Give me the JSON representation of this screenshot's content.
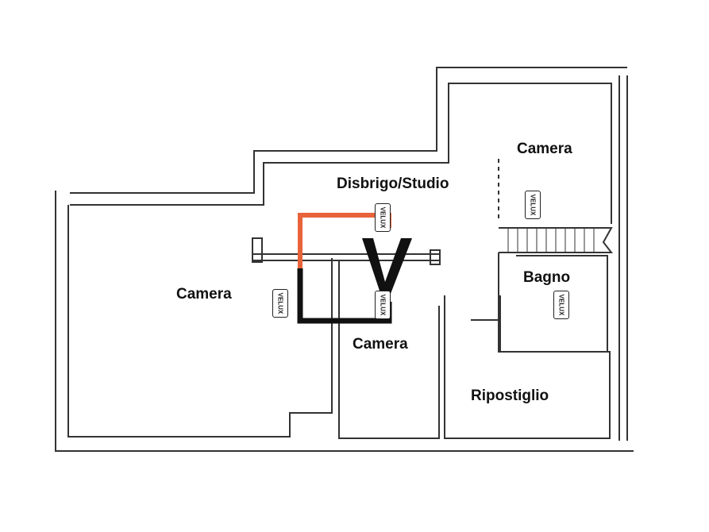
{
  "rooms": [
    {
      "label": "Camera"
    },
    {
      "label": "Disbrigo/Studio"
    },
    {
      "label": "Camera"
    },
    {
      "label": "Bagno"
    },
    {
      "label": "Camera"
    },
    {
      "label": "Ripostiglio"
    }
  ],
  "skylight_label": "VELUX",
  "colors": {
    "wall": "#222222",
    "logo_orange": "#e8633a",
    "logo_black": "#111111"
  }
}
